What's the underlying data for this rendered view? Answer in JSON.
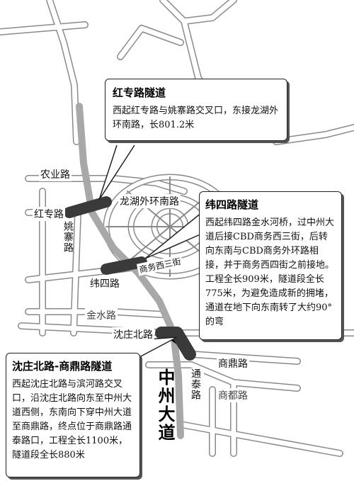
{
  "callouts": {
    "hongzhuan": {
      "title": "红专路隧道",
      "desc": "西起红专路与姚寨路交叉口，东接龙湖外环南路，长801.2米"
    },
    "weisi": {
      "title": "纬四路隧道",
      "desc": "西起纬四路金水河桥，过中州大道后接CBD商务西三街，后转向东南与CBD商务外环路相接，并于商务西四街之前接地。工程全长909米，隧道段全长775米，为避免造成新的拥堵，通道在地下向东南转了大约90°的弯"
    },
    "shenzhuang": {
      "title": "沈庄北路-商鼎路隧道",
      "desc": "西起沈庄北路与滨河路交叉口，沿沈庄北路向东至中州大道西侧，东南向下穿中州大道至商鼎路，终点位于商鼎路通泰路口，工程全长1100米，隧道段全长880米"
    }
  },
  "road_labels": {
    "nongye": "农业路",
    "hongzhuan": "红专路",
    "yaozhai": "姚寨路",
    "longhu": "龙湖外环南路",
    "shangwu_xisan": "商务西三街",
    "weisi": "纬四路",
    "jinshui": "金水路",
    "shenzhuang_bei": "沈庄北路",
    "shangding": "商鼎路",
    "tongtai": "通泰路",
    "shangdu": "商都路",
    "zhongzhou": "中州大道"
  },
  "colors": {
    "road_fill": "#ffffff",
    "road_edge": "#8a8a8a",
    "main_road": "#a8a8a8",
    "tunnel": "#3a3a3a"
  }
}
